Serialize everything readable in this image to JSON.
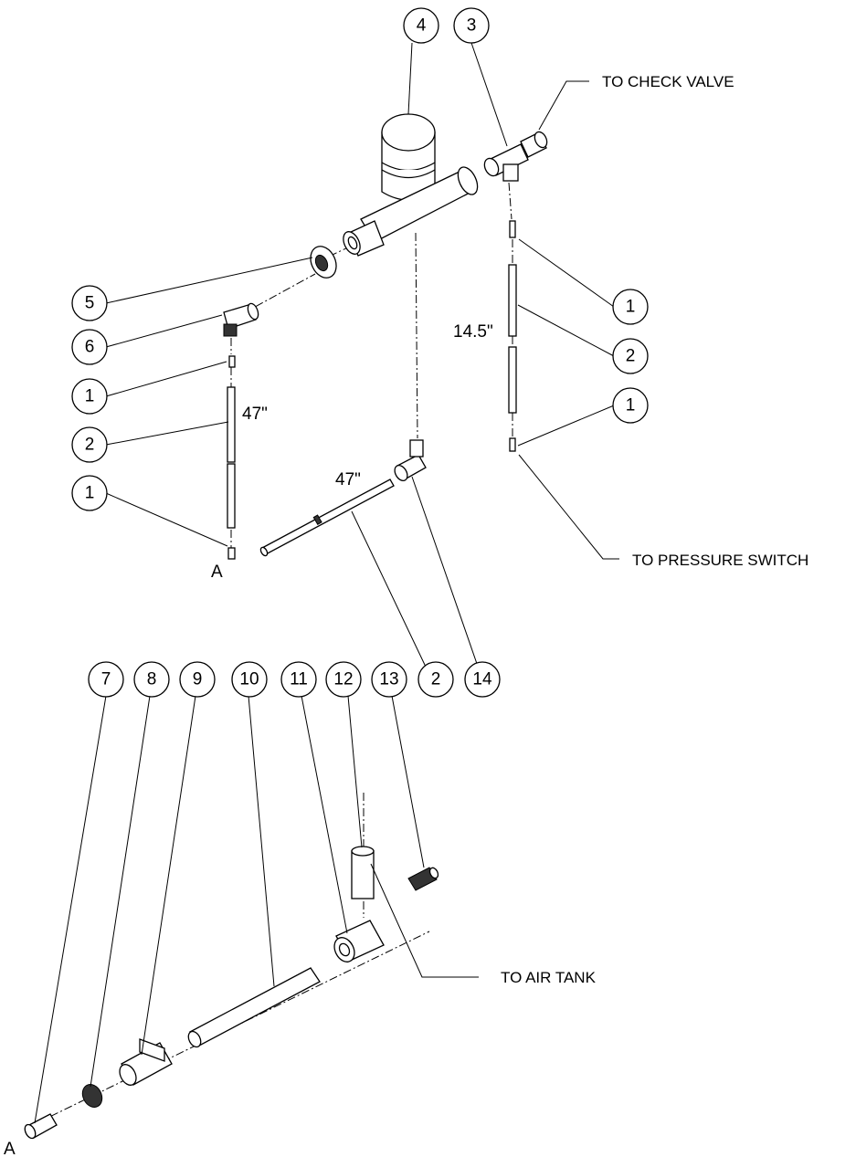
{
  "balloons": {
    "b4": "4",
    "b3": "3",
    "b5": "5",
    "b6": "6",
    "b1_left_top": "1",
    "b2_left": "2",
    "b1_left_bottom": "1",
    "b1_right_top": "1",
    "b2_right": "2",
    "b1_right_bottom": "1",
    "b7": "7",
    "b8": "8",
    "b9": "9",
    "b10": "10",
    "b11": "11",
    "b12": "12",
    "b13": "13",
    "b2_mid": "2",
    "b14": "14"
  },
  "callouts": {
    "to_check_valve": "TO CHECK VALVE",
    "to_pressure_switch": "TO PRESSURE SWITCH",
    "to_air_tank": "TO AIR TANK"
  },
  "dimensions": {
    "right_tube": "14.5\"",
    "left_tube": "47\"",
    "middle_tube": "47\""
  },
  "connection_markers": {
    "a_top": "A",
    "a_bottom": "A"
  }
}
